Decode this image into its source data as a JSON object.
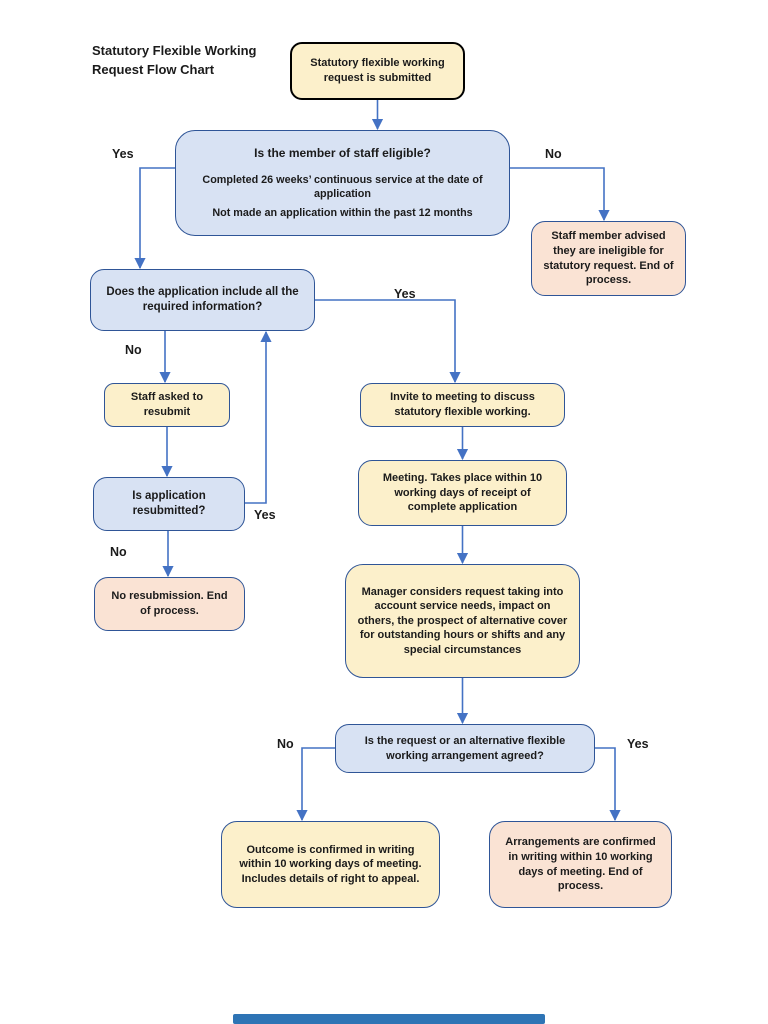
{
  "title": {
    "line1": "Statutory Flexible Working",
    "line2": "Request Flow Chart"
  },
  "nodes": {
    "start": {
      "text": "Statutory flexible working request is submitted"
    },
    "eligible": {
      "heading": "Is the member of staff eligible?",
      "point1": "Completed 26 weeks’ continuous service at the date of application",
      "point2": "Not made an application within the past 12 months"
    },
    "ineligible": {
      "text": "Staff member advised they are ineligible for statutory request. End of process."
    },
    "info": {
      "text": "Does the application include all the required information?"
    },
    "resubmit": {
      "text": "Staff asked to resubmit"
    },
    "resubmitted": {
      "text": "Is application resubmitted?"
    },
    "no_resubmission": {
      "text": "No resubmission. End of process."
    },
    "invite": {
      "text": "Invite to meeting to discuss statutory flexible working."
    },
    "meeting": {
      "text": "Meeting.  Takes place within 10 working days of receipt of complete application"
    },
    "manager": {
      "text": "Manager considers request taking into account service needs, impact on others, the prospect of alternative cover for outstanding hours or shifts and any special circumstances"
    },
    "agreed": {
      "text": "Is the request or an alternative flexible working arrangement agreed?"
    },
    "outcome_no": {
      "text": "Outcome is confirmed in writing within 10 working days of meeting. Includes details of right to appeal."
    },
    "outcome_yes": {
      "text": "Arrangements are confirmed in writing within 10 working days of meeting. End of process."
    }
  },
  "labels": {
    "eligible_yes": "Yes",
    "eligible_no": "No",
    "info_no": "No",
    "info_yes": "Yes",
    "resubmitted_yes": "Yes",
    "resubmitted_no": "No",
    "agreed_no": "No",
    "agreed_yes": "Yes"
  },
  "colors": {
    "process_fill": "#FCF0CB",
    "decision_fill": "#D8E2F3",
    "terminal_fill": "#FAE3D4",
    "border": "#2F5597",
    "start_border": "#000000",
    "arrow": "#4472C4",
    "scrollbar": "#2E74B5"
  }
}
